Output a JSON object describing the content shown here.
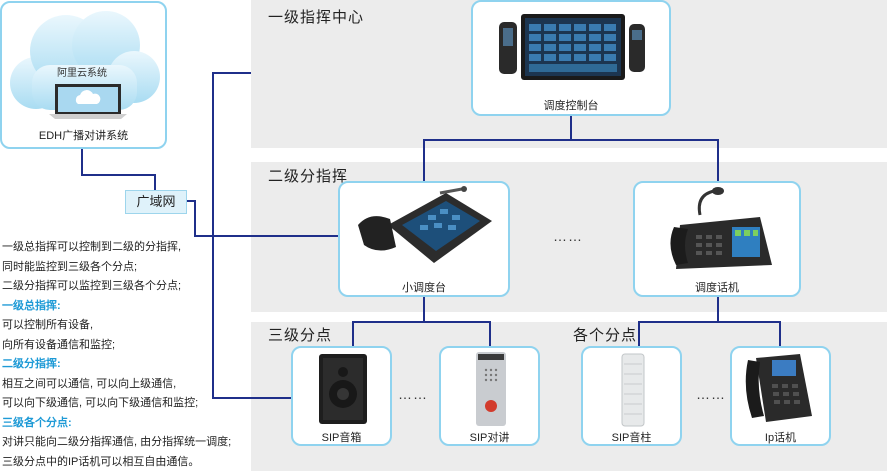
{
  "cloud": {
    "inner_label": "阿里云系统",
    "system_label": "EDH广播对讲系统"
  },
  "wan_label": "广域网",
  "tiers": {
    "tier1": {
      "title": "一级指挥中心",
      "device": "调度控制台"
    },
    "tier2": {
      "title": "二级分指挥",
      "devices": [
        "小调度台",
        "调度话机"
      ],
      "ellipsis": "……"
    },
    "tier3": {
      "title": "三级分点",
      "devices": [
        "SIP音箱",
        "SIP对讲"
      ],
      "ellipsis": "……"
    },
    "tier4": {
      "title": "各个分点",
      "devices": [
        "SIP音柱",
        "Ip话机"
      ],
      "ellipsis": "……"
    }
  },
  "notes": [
    {
      "text": "一级总指挥可以控制到二级的分指挥,",
      "heading": false
    },
    {
      "text": "同时能监控到三级各个分点;",
      "heading": false
    },
    {
      "text": "二级分指挥可以监控到三级各个分点;",
      "heading": false
    },
    {
      "text": "一级总指挥:",
      "heading": true
    },
    {
      "text": "可以控制所有设备,",
      "heading": false
    },
    {
      "text": "向所有设备通信和监控;",
      "heading": false
    },
    {
      "text": "二级分指挥:",
      "heading": true
    },
    {
      "text": "相互之间可以通信, 可以向上级通信,",
      "heading": false
    },
    {
      "text": "可以向下级通信, 可以向下级通信和监控;",
      "heading": false
    },
    {
      "text": "三级各个分点:",
      "heading": true
    },
    {
      "text": "对讲只能向二级分指挥通信, 由分指挥统一调度;",
      "heading": false
    },
    {
      "text": "三级分点中的IP话机可以相互自由通信。",
      "heading": false
    }
  ],
  "colors": {
    "line": "#1f2f8a",
    "card_border": "#8fd3ef",
    "band": "#ececec",
    "heading": "#1e9ad6"
  }
}
